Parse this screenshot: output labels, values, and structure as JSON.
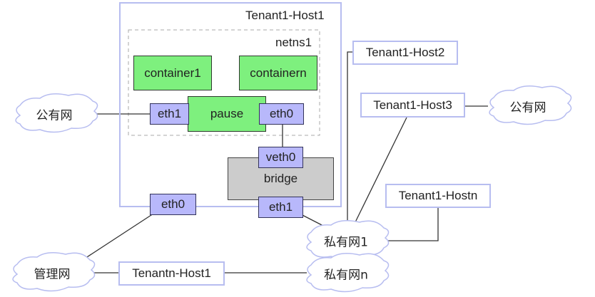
{
  "diagram": {
    "host1": {
      "title": "Tenant1-Host1",
      "netns": {
        "label": "netns1",
        "containers": [
          "container1",
          "containern"
        ],
        "pause": "pause",
        "pause_ifaces": {
          "left": "eth1",
          "right": "eth0"
        }
      },
      "bridge": {
        "label": "bridge",
        "top_iface": "veth0",
        "bottom_iface": "eth1"
      },
      "host_iface": "eth0"
    },
    "hosts": {
      "tenant1_host2": "Tenant1-Host2",
      "tenant1_host3": "Tenant1-Host3",
      "tenant1_hostn": "Tenant1-Hostn",
      "tenantn_host1": "Tenantn-Host1"
    },
    "clouds": {
      "public_left": "公有网",
      "public_right": "公有网",
      "private1": "私有网1",
      "privaten": "私有网n",
      "management": "管理网"
    },
    "colors": {
      "host_border": "#b7bdf0",
      "container_fill": "#7ef07e",
      "iface_fill": "#b8b8fb",
      "bridge_fill": "#cccccc",
      "cloud_stroke": "#b7bdf0"
    }
  }
}
